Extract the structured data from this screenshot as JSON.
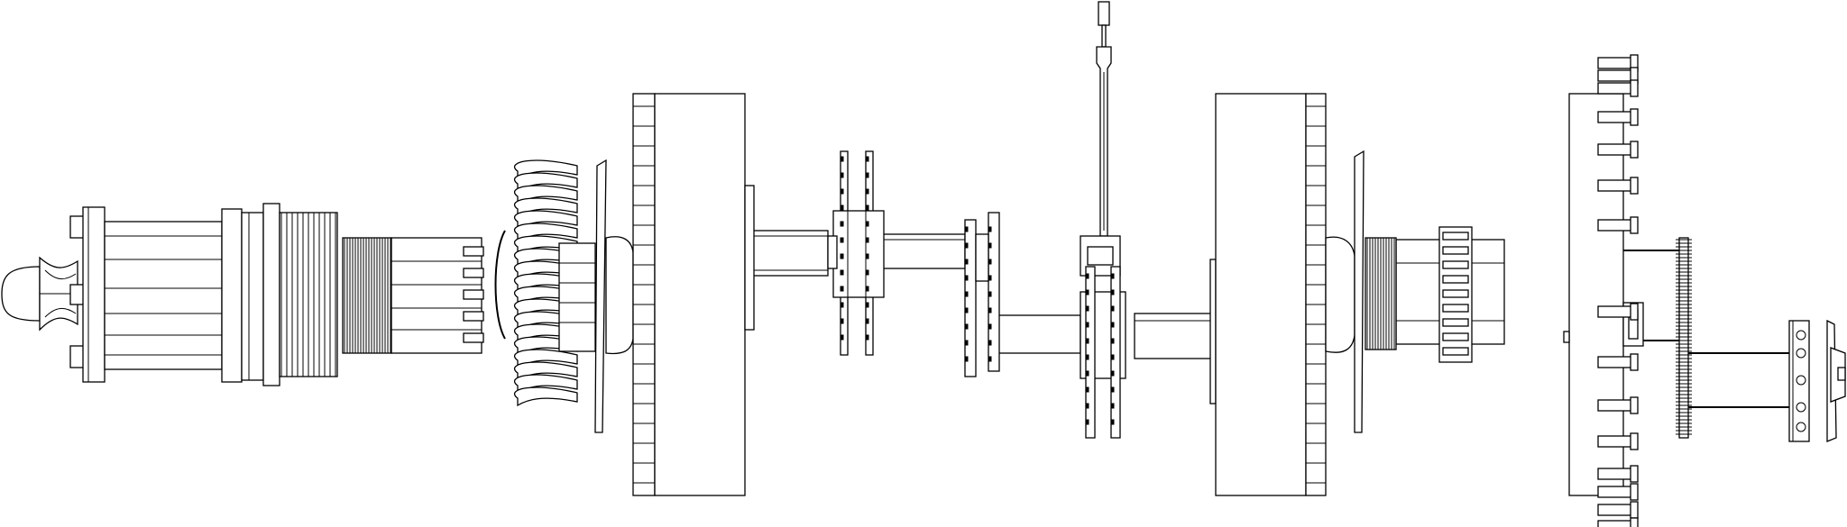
{
  "diagram": {
    "style": "black line-art exploded assembly",
    "background": "#ffffff",
    "stroke": "#000000",
    "components": [
      {
        "id": "nose-cap",
        "icon": "dome-cap-icon"
      },
      {
        "id": "bolt-flange",
        "icon": "flange-icon"
      },
      {
        "id": "bearing-housing",
        "icon": "cylinder-icon"
      },
      {
        "id": "splined-hub",
        "icon": "spline-icon"
      },
      {
        "id": "blade-fan",
        "icon": "fan-blade-icon"
      },
      {
        "id": "disc-plate",
        "icon": "plate-icon"
      },
      {
        "id": "large-drum-left",
        "icon": "drum-icon"
      },
      {
        "id": "shaft-section-1",
        "icon": "shaft-icon"
      },
      {
        "id": "twin-gear-1",
        "icon": "gear-icon"
      },
      {
        "id": "shaft-section-2",
        "icon": "shaft-icon"
      },
      {
        "id": "twin-gear-2",
        "icon": "gear-icon"
      },
      {
        "id": "vertical-link",
        "icon": "rod-icon"
      },
      {
        "id": "twin-gear-3",
        "icon": "gear-icon"
      },
      {
        "id": "shaft-section-3",
        "icon": "shaft-icon"
      },
      {
        "id": "large-drum-right",
        "icon": "drum-icon"
      },
      {
        "id": "spline-ring",
        "icon": "spline-icon"
      },
      {
        "id": "toothed-ring",
        "icon": "gear-icon"
      },
      {
        "id": "tall-bracket-plate",
        "icon": "plate-icon"
      },
      {
        "id": "bolt-column",
        "icon": "bolt-icon"
      },
      {
        "id": "thin-gear",
        "icon": "gear-icon"
      },
      {
        "id": "end-hub",
        "icon": "hub-icon"
      }
    ]
  }
}
